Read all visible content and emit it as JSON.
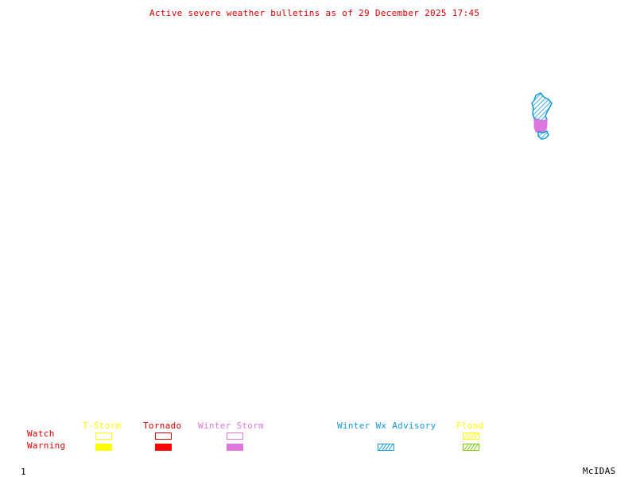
{
  "title": "Active severe weather bulletins as of 29 December 2025 17:45",
  "colors": {
    "title": "#dd0000",
    "label": "#dd0000",
    "tstorm": "#ffff00",
    "tornado": "#ff0000",
    "winter_storm": "#dd77dd",
    "winter_wx_advisory": "#1199dd",
    "flood_watch": "#ffff00",
    "flood_warning": "#77cc00",
    "footer": "#000000"
  },
  "legend": {
    "row_labels": {
      "watch": "Watch",
      "warning": "Warning"
    },
    "categories": [
      {
        "key": "tstorm",
        "label": "T-Storm",
        "watch": "outline",
        "warning": "filled"
      },
      {
        "key": "tornado",
        "label": "Tornado",
        "watch": "outline",
        "warning": "filled"
      },
      {
        "key": "winter_storm",
        "label": "Winter Storm",
        "watch": "outline",
        "warning": "filled"
      },
      {
        "key": "winter_wx_advisory",
        "label": "Winter Wx Advisory",
        "watch": null,
        "warning": "hatched"
      },
      {
        "key": "flood",
        "label": "Flood",
        "watch": "hatched",
        "warning": "hatched"
      }
    ]
  },
  "map": {
    "bulletin_areas": [
      {
        "type": "Winter Wx Advisory",
        "style": "hatched",
        "color_key": "winter_wx_advisory"
      },
      {
        "type": "Winter Storm Warning",
        "style": "filled",
        "color_key": "winter_storm"
      }
    ]
  },
  "footer": {
    "frame_number": "1",
    "brand": "McIDAS"
  }
}
